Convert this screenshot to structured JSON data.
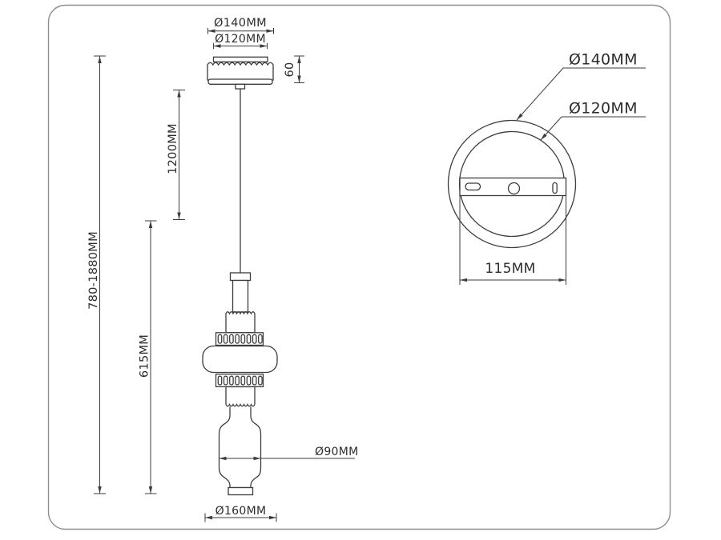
{
  "colors": {
    "line": "#3c3c3c",
    "text": "#2d2d2d",
    "background": "#ffffff",
    "frame": "#8f8f8f"
  },
  "front_view": {
    "labels": {
      "canopy_outer": "Ø140MM",
      "canopy_inner": "Ø120MM",
      "canopy_height": "60",
      "cord_length": "1200MM",
      "overall_height": "780-1880MM",
      "body_height": "615MM",
      "bulb_diameter": "Ø90MM",
      "shade_diameter": "Ø160MM"
    }
  },
  "top_view": {
    "labels": {
      "outer_diameter": "Ø140MM",
      "inner_diameter": "Ø120MM",
      "plate_width": "115MM"
    }
  }
}
